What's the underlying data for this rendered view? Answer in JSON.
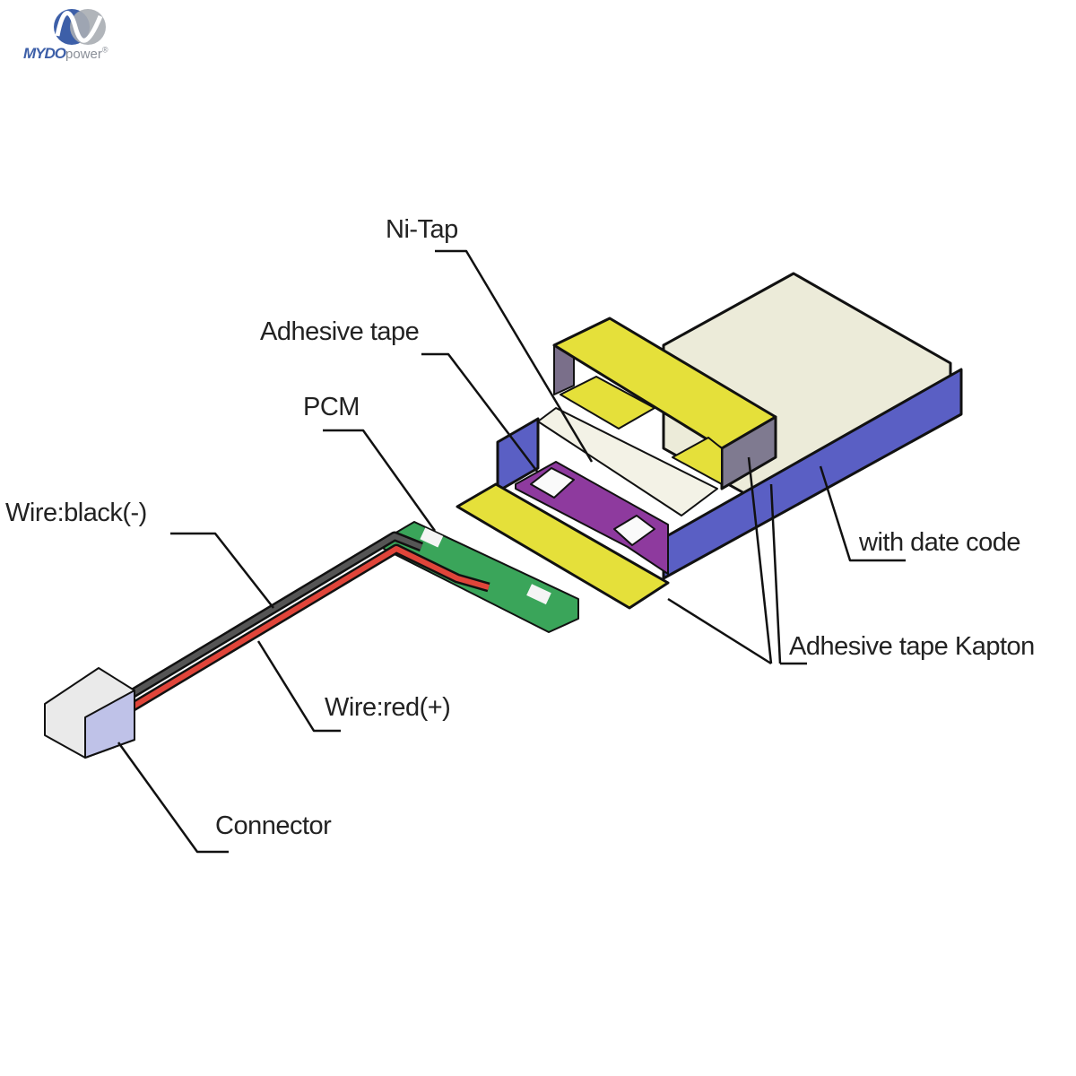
{
  "logo": {
    "brand": "MYDO",
    "suffix": "power",
    "mark": "®"
  },
  "labels": {
    "ni_tap": "Ni-Tap",
    "adhesive_tape": "Adhesive tape",
    "pcm": "PCM",
    "wire_black": "Wire:black(-)",
    "wire_red": "Wire:red(+)",
    "connector": "Connector",
    "date_code": "with date code",
    "kapton": "Adhesive tape Kapton"
  },
  "colors": {
    "tray": "#5a5fc4",
    "tape": "#e5e03a",
    "cell": "#ecebd9",
    "pcb": "#3aa55a",
    "wire_red": "#e0453a",
    "wire_black": "#444444",
    "cap": "#8e3a9e"
  }
}
